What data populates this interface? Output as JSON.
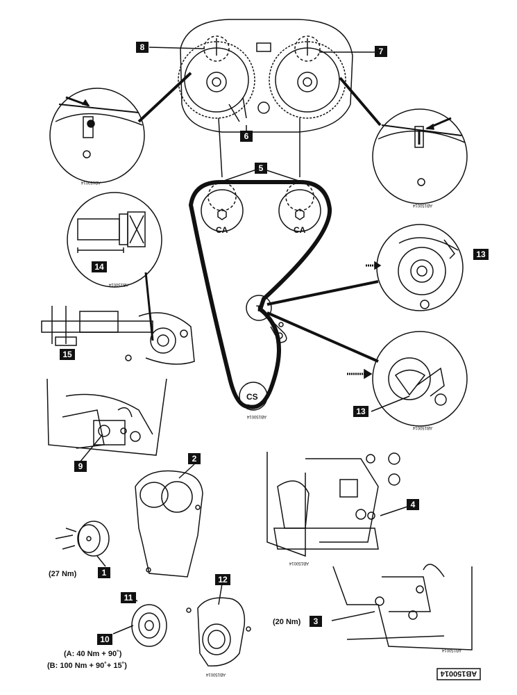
{
  "diagram_code": "AB150014",
  "small_codes": {
    "detail_left": "AB150014",
    "detail_right": "AB150014",
    "gauge": "AB150014",
    "belt": "AB150014",
    "tensioner_lower": "AB150014",
    "bracket": "AB150014",
    "engine_corner": "AB150014",
    "idler_cover": "AB150014"
  },
  "pulley_labels": {
    "camshaft_left": "CA",
    "camshaft_right": "CA",
    "tensioner": "T",
    "crankshaft": "CS"
  },
  "callouts": {
    "c1": "1",
    "c2": "2",
    "c3": "3",
    "c4": "4",
    "c5": "5",
    "c6": "6",
    "c7": "7",
    "c8": "8",
    "c9": "9",
    "c10": "10",
    "c11": "11",
    "c12": "12",
    "c13a": "13",
    "c13b": "13",
    "c14": "14",
    "c15": "15"
  },
  "torques": {
    "t1": "(27 Nm)",
    "t3": "(20 Nm)",
    "t10a": "(A: 40 Nm + 90˚)",
    "t10b": "(B: 100 Nm + 90˚+ 15˚)"
  },
  "colors": {
    "ink": "#111111",
    "paper": "#ffffff"
  }
}
